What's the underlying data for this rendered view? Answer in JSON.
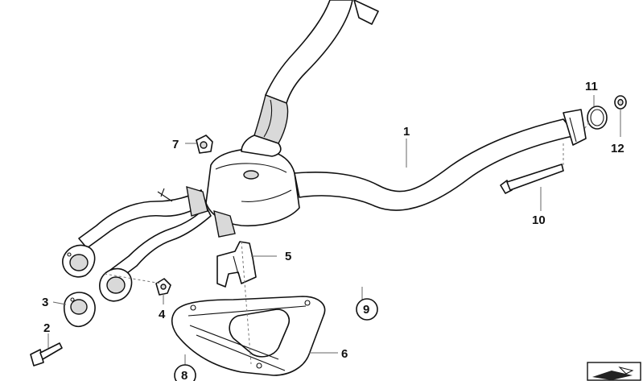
{
  "labels": {
    "l1": "1",
    "l2": "2",
    "l3": "3",
    "l4": "4",
    "l5": "5",
    "l6": "6",
    "l7": "7",
    "l8": "8",
    "l9": "9",
    "l10": "10",
    "l11": "11",
    "l12": "12"
  },
  "colors": {
    "line": "#111111",
    "shade": "#d9d9d9",
    "background": "#ffffff"
  }
}
